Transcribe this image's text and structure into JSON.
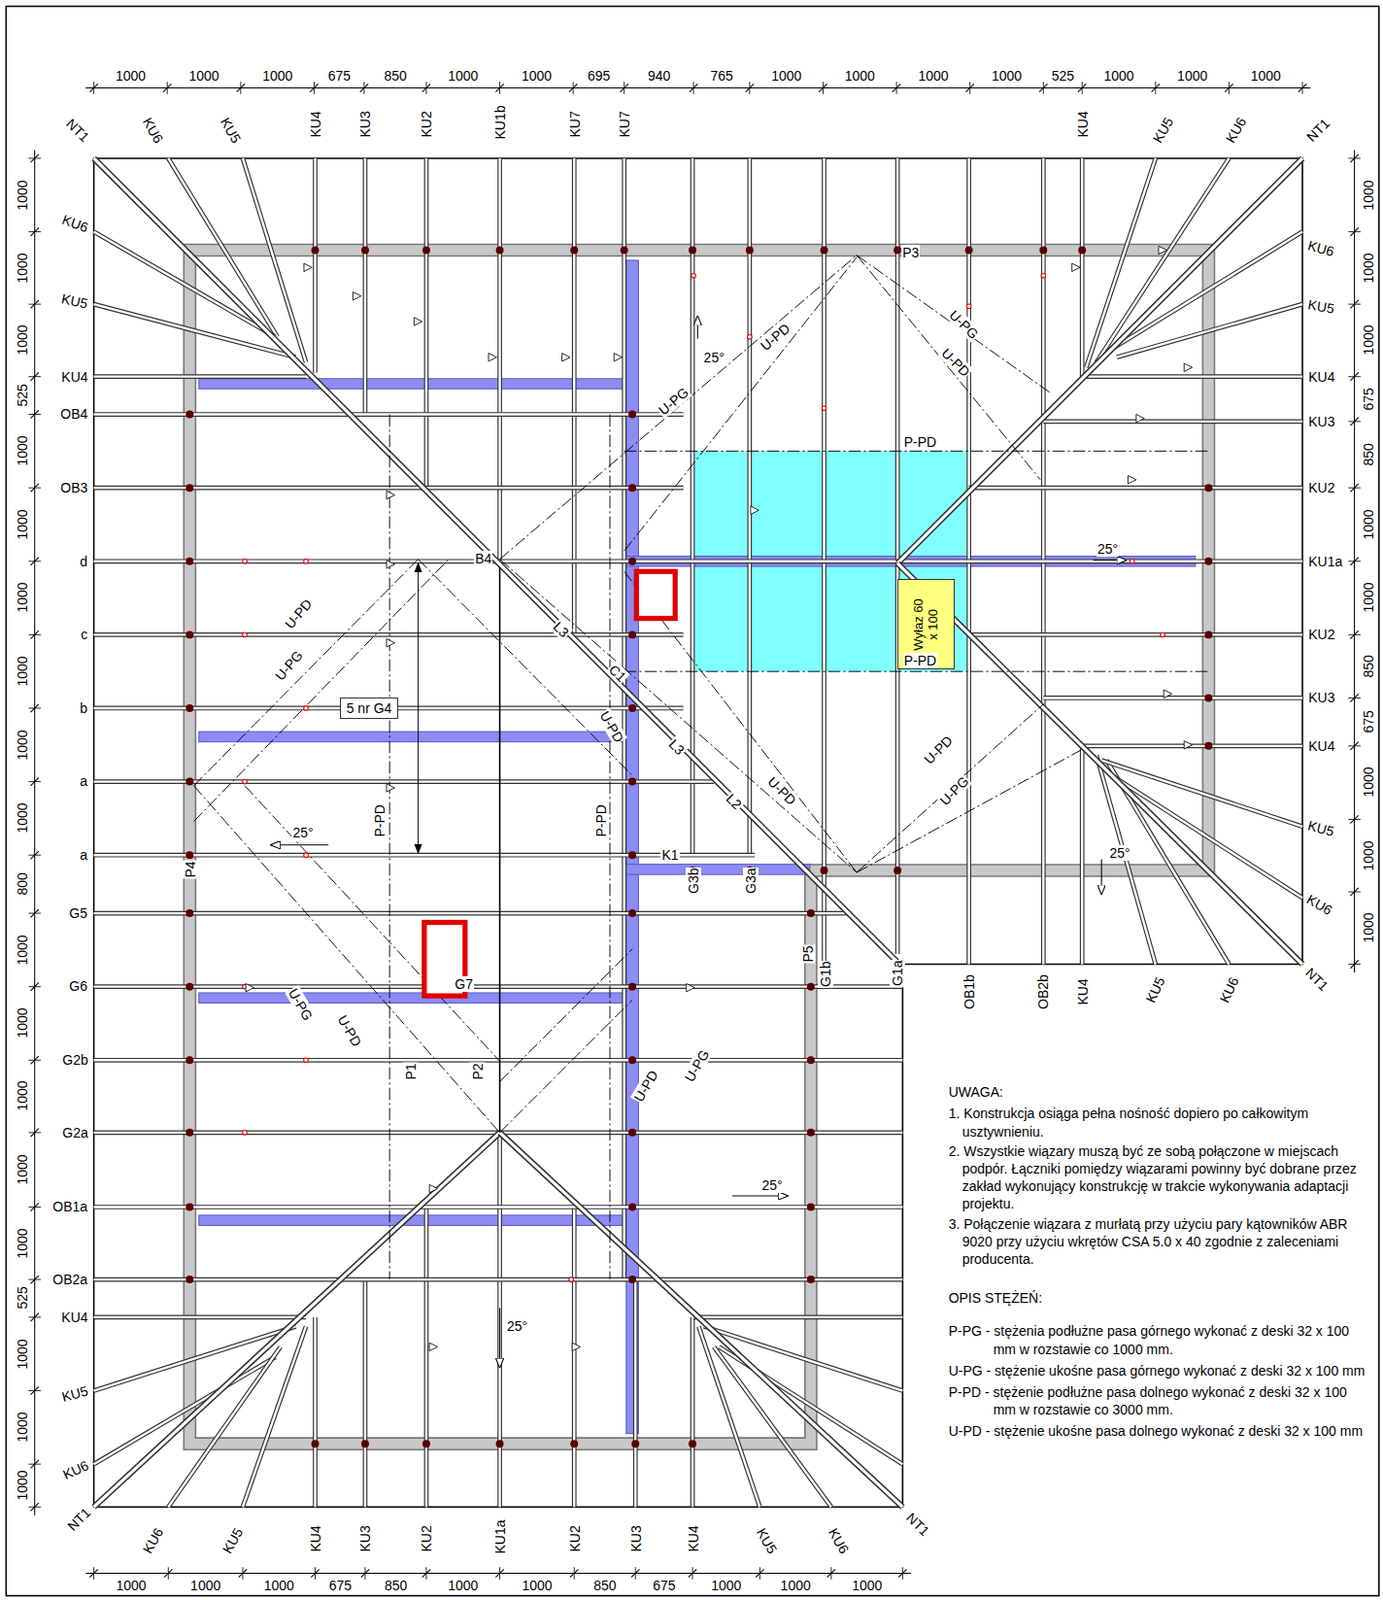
{
  "diagram": {
    "nodes": [
      {
        "text": [
          "Wyłaz 60 x 100"
        ]
      },
      {
        "text": [
          "5 nr G4"
        ]
      }
    ],
    "labels": [
      "1000",
      "1000",
      "1000",
      "675",
      "850",
      "1000",
      "1000",
      "695",
      "940",
      "765",
      "1000",
      "1000",
      "1000",
      "1000",
      "525",
      "1000",
      "1000",
      "1000",
      "1000",
      "1000",
      "1000",
      "675",
      "850",
      "1000",
      "1000",
      "850",
      "675",
      "1000",
      "1000",
      "1000",
      "1000",
      "1000",
      "1000",
      "525",
      "1000",
      "1000",
      "1000",
      "1000",
      "1000",
      "1000",
      "800",
      "1000",
      "1000",
      "1000",
      "1000",
      "1000",
      "525",
      "1000",
      "1000",
      "1000",
      "1000",
      "1000",
      "1000",
      "675",
      "850",
      "1000",
      "1000",
      "850",
      "675",
      "1000",
      "1000",
      "1000",
      "NT1",
      "KU6",
      "KU5",
      "KU4",
      "KU3",
      "KU2",
      "KU1b",
      "KU7",
      "KU7",
      "KU4",
      "KU5",
      "KU6",
      "NT1",
      "KU6",
      "KU5",
      "KU4",
      "OB4",
      "OB3",
      "d",
      "c",
      "b",
      "a",
      "a",
      "G5",
      "G6",
      "G2b",
      "G2a",
      "OB1a",
      "OB2a",
      "KU4",
      "KU5",
      "KU6",
      "NT1",
      "KU6",
      "KU5",
      "KU4",
      "KU3",
      "KU2",
      "KU1a",
      "KU2",
      "KU3",
      "KU4",
      "KU5",
      "KU6",
      "NT1",
      "G3b",
      "G3a",
      "P5",
      "G1b",
      "G1a",
      "OB1b",
      "OB2b",
      "KU4",
      "KU5",
      "KU6",
      "KU6",
      "KU5",
      "KU4",
      "KU3",
      "KU2",
      "KU1a",
      "KU2",
      "KU3",
      "KU4",
      "KU5",
      "KU6",
      "NT1",
      "P3",
      "U-PG",
      "U-PD",
      "U-PG",
      "U-PD",
      "25°",
      "P-PD",
      "B4",
      "L3",
      "C1",
      "L3",
      "L2",
      "P-PD",
      "U-PD",
      "U-PD",
      "U-PG",
      "25°",
      "25°",
      "K1",
      "U-PD",
      "U-PG",
      "P-PD",
      "P-PD",
      "25°",
      "P4",
      "U-PD",
      "G7",
      "P1",
      "P2",
      "U-PG",
      "U-PD",
      "U-PD",
      "U-PG",
      "25°",
      "25°",
      "UWAGA:",
      "1. Konstrukcja osiąga pełna nośność dopiero po całkowitym usztywnieniu.",
      "2. Wszystkie wiązary muszą być ze sobą połączone w miejscach podpór. Łączniki pomiędzy wiązarami powinny być dobrane przez zakład wykonujący konstrukcję w trakcie wykonywania adaptacji projektu.",
      "3. Połączenie wiązara z murłatą przy użyciu pary kątowników ABR 9020 przy użyciu wkrętów CSA 5.0 x 40 zgodnie z zaleceniami producenta.",
      "OPIS STĘŻEŃ:",
      "P-PG - stężenia podłużne pasa górnego wykonać z deski 32 x 100 mm w rozstawie co 1000 mm.",
      "U-PG - stężenie ukośne pasa górnego wykonać z deski 32 x 100 mm",
      "P-PD - stężenie podłużne pasa dolnego wykonać z deski 32 x 100 mm w rozstawie co 3000 mm.",
      "U-PD - stężenie ukośne pasa dolnego wykonać z deski 32 x 100 mm"
    ]
  }
}
